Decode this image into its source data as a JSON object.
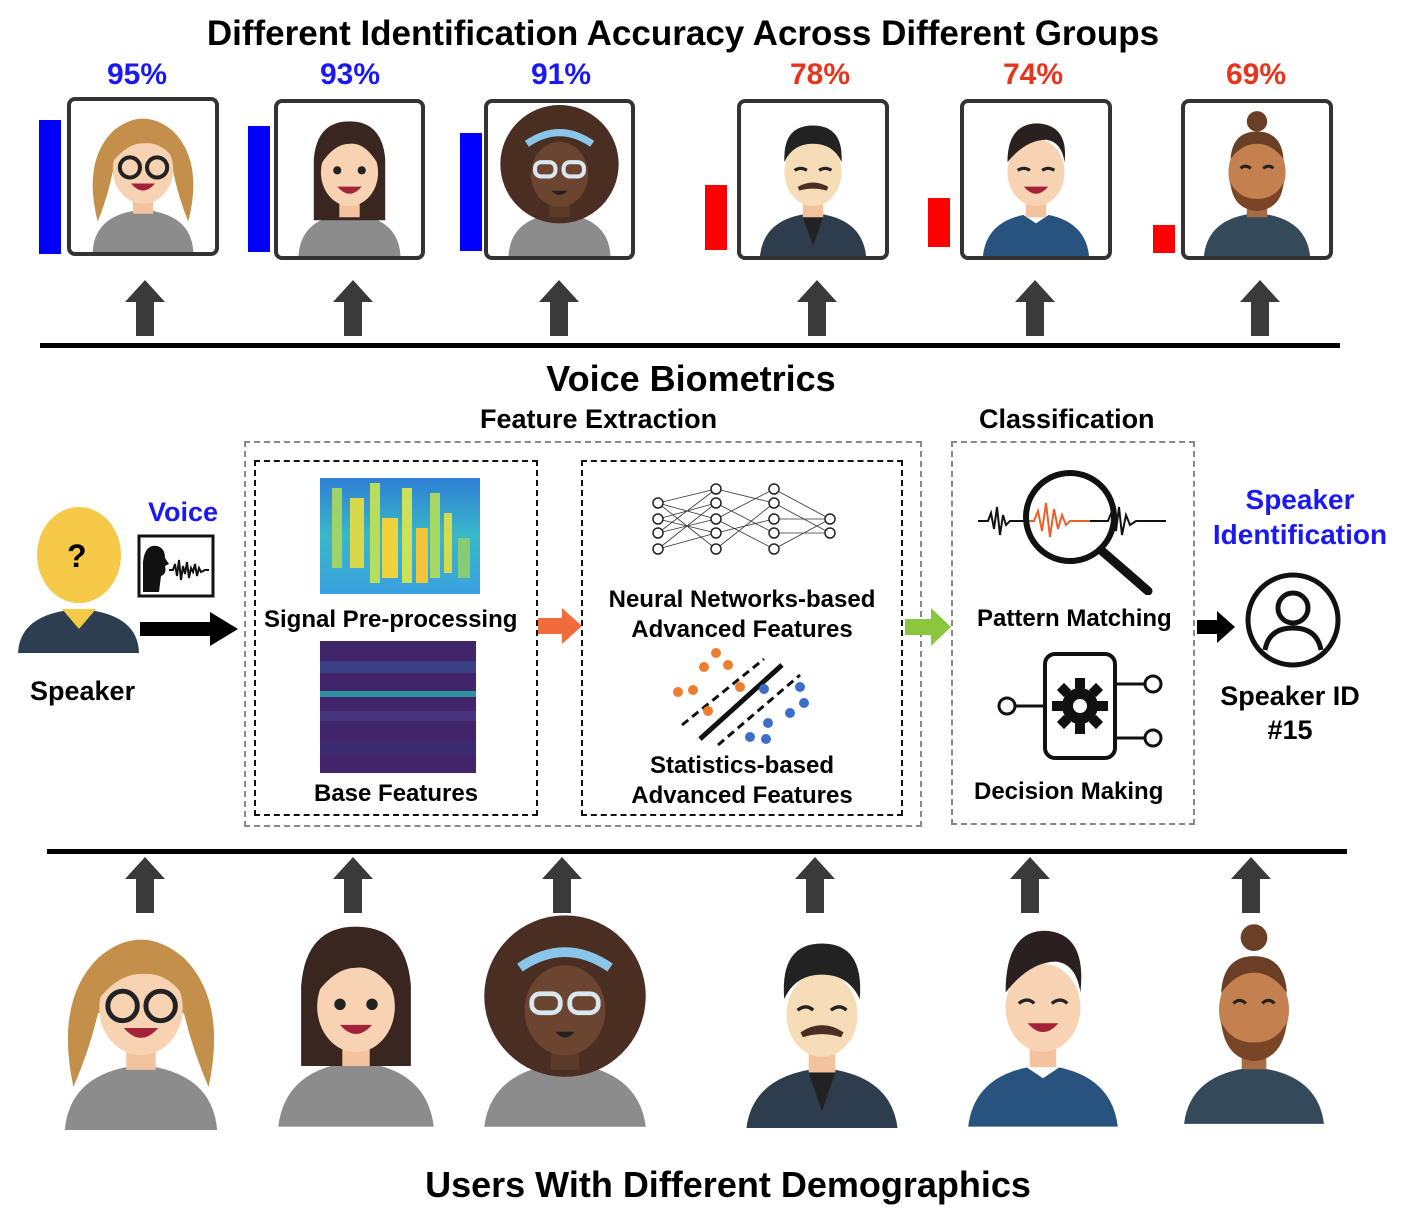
{
  "top_title": "Different Identification Accuracy Across Different Groups",
  "accuracy_groups": [
    {
      "value": "95%",
      "color_class": "blue",
      "bar_fraction": 0.95
    },
    {
      "value": "93%",
      "color_class": "blue",
      "bar_fraction": 0.93
    },
    {
      "value": "91%",
      "color_class": "blue",
      "bar_fraction": 0.91
    },
    {
      "value": "78%",
      "color_class": "red",
      "bar_fraction": 0.78
    },
    {
      "value": "74%",
      "color_class": "red",
      "bar_fraction": 0.74
    },
    {
      "value": "69%",
      "color_class": "red",
      "bar_fraction": 0.69
    }
  ],
  "colors": {
    "high_accuracy": "#0000ff",
    "low_accuracy": "#ff0000",
    "label_blue": "#1a1af0",
    "label_red": "#e8341c",
    "arrow_orange": "#f26b3a",
    "arrow_green": "#8cc63f"
  },
  "middle_title": "Voice Biometrics",
  "feature_extraction_label": "Feature  Extraction",
  "classification_label": "Classification",
  "voice_label": "Voice",
  "speaker_label": "Speaker",
  "speaker_question": "?",
  "signal_preprocessing_label": "Signal Pre-processing",
  "base_features_label": "Base Features",
  "nn_features_label": [
    "Neural Networks-based",
    "Advanced Features"
  ],
  "stat_features_label": [
    "Statistics-based",
    "Advanced Features"
  ],
  "pattern_matching_label": "Pattern Matching",
  "decision_making_label": "Decision Making",
  "speaker_identification_label": [
    "Speaker",
    "Identification"
  ],
  "speaker_id_label": [
    "Speaker ID",
    "#15"
  ],
  "bottom_title": "Users With Different Demographics"
}
